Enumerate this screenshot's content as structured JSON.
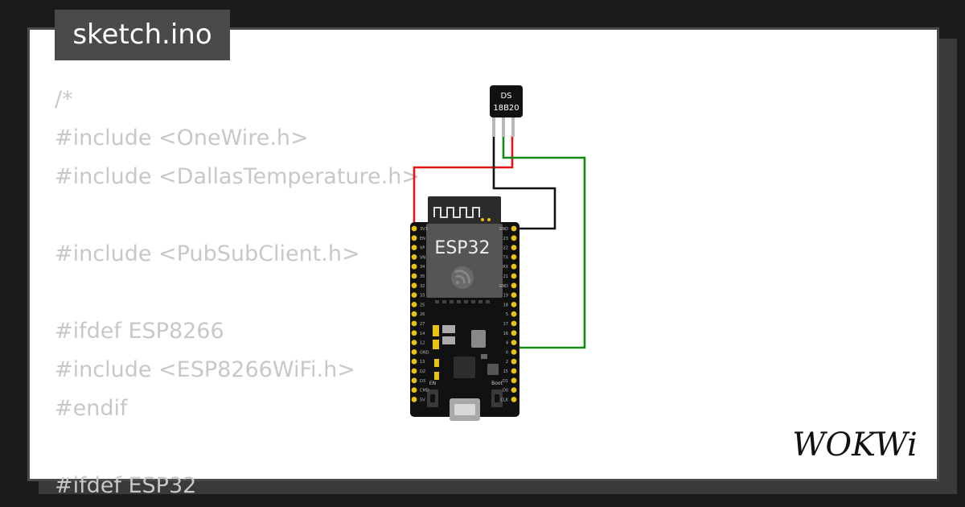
{
  "file": {
    "name": "sketch.ino"
  },
  "code": {
    "lines": [
      "/*",
      "#include <OneWire.h>",
      "#include <DallasTemperature.h>",
      "",
      "#include <PubSubClient.h>",
      "",
      "#ifdef ESP8266",
      "#include <ESP8266WiFi.h>",
      "#endif",
      "",
      "#ifdef ESP32"
    ]
  },
  "diagram": {
    "sensor": {
      "label_line1": "DS",
      "label_line2": "18B20"
    },
    "board": {
      "label": "ESP32",
      "en_label": "EN",
      "boot_label": "Boot",
      "left_pins": [
        "3V3",
        "EN",
        "VP",
        "VN",
        "34",
        "35",
        "32",
        "33",
        "25",
        "26",
        "27",
        "14",
        "12",
        "GND",
        "13",
        "D2",
        "D3",
        "CMD",
        "5V"
      ],
      "right_pins": [
        "GND",
        "23",
        "22",
        "TX",
        "RX",
        "21",
        "GND",
        "19",
        "18",
        "5",
        "17",
        "16",
        "4",
        "0",
        "2",
        "15",
        "D1",
        "D0",
        "CLK"
      ]
    },
    "wires": [
      {
        "name": "vcc",
        "color": "#e01515"
      },
      {
        "name": "gnd",
        "color": "#111111"
      },
      {
        "name": "data",
        "color": "#138a13"
      }
    ]
  },
  "brand": {
    "logo_text": "WOKWi"
  },
  "colors": {
    "background": "#1b1b1b",
    "frame": "#4a4a4a",
    "code_text": "#c8c8c8",
    "pin": "#e8c214"
  }
}
